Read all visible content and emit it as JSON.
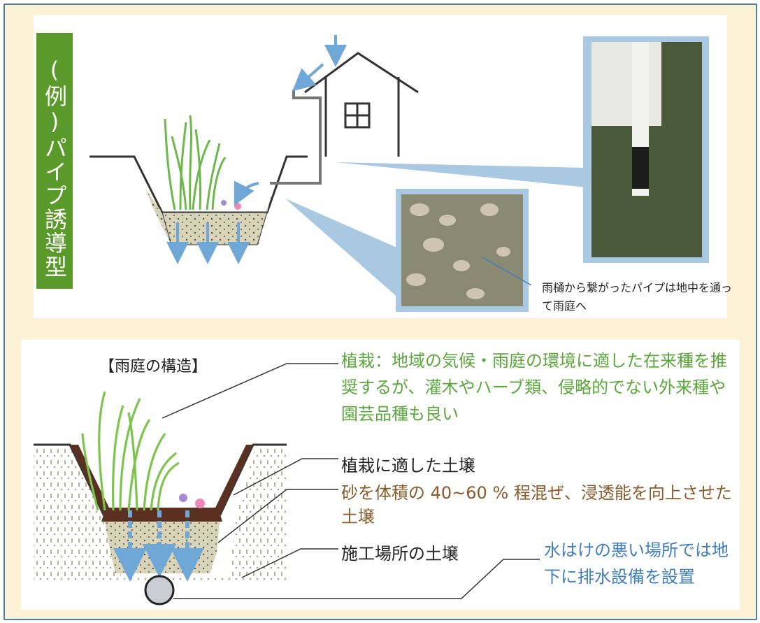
{
  "side_label": "(例)パイプ誘導型",
  "bottom_title": "【雨庭の構造】",
  "labels": {
    "planting": "植栽：地域の気候・雨庭の環境に適した在来種を推奨するが、灌木やハーブ類、侵略的でない外来種や園芸品種も良い",
    "planting_soil": "植栽に適した土壌",
    "sand_soil": "砂を体積の 40~60 % 程混ぜ、浸透能を向上させた土壌",
    "site_soil": "施工場所の土壌",
    "drainage": "水はけの悪い場所では地下に排水設備を設置",
    "pipe_caption": "雨樋から繋がったパイプは地中を通って雨庭へ"
  },
  "colors": {
    "frame_border": "#4e7fa6",
    "background": "#fdf1d6",
    "side_label_bg": "#5a9a2a",
    "planting_text": "#5aa73a",
    "sand_text": "#8a5a2a",
    "drainage_text": "#3f7fc0",
    "water_arrow": "#6fa8d6"
  }
}
